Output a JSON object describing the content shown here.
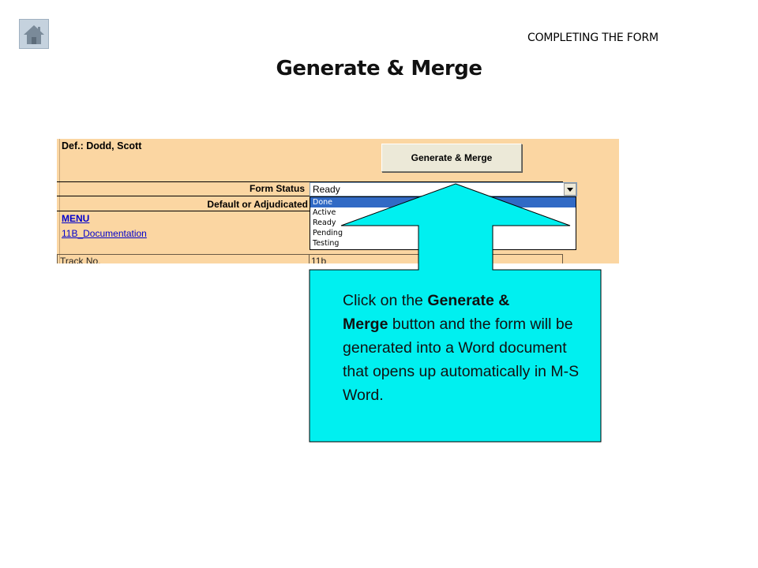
{
  "header": {
    "home_icon": "home-icon",
    "section_label": "COMPLETING THE FORM",
    "title": "Generate & Merge"
  },
  "sheet": {
    "defendant_label": "Def.: Dodd, Scott",
    "generate_button_label": "Generate & Merge",
    "form_status_label": "Form Status",
    "form_status_value": "Ready",
    "form_status_options": [
      "Done",
      "Active",
      "Ready",
      "Pending",
      "Testing"
    ],
    "highlighted_option": "Done",
    "default_label": "Default or Adjudicated",
    "menu_link": "MENU",
    "doc_link": "11B_Documentation",
    "track_label": "Track No.",
    "track_value": "11b"
  },
  "callout": {
    "pre": "Click on the ",
    "bold1": "Generate &",
    "bold2": "Merge",
    "post": " button and the form will be generated into a Word document that opens up automatically in M-S Word.",
    "fill_color": "#00f0f0",
    "stroke_color": "#000000"
  },
  "colors": {
    "sheet_bg": "#fbd6a2",
    "link": "#0000cc",
    "selection": "#316ac5"
  }
}
